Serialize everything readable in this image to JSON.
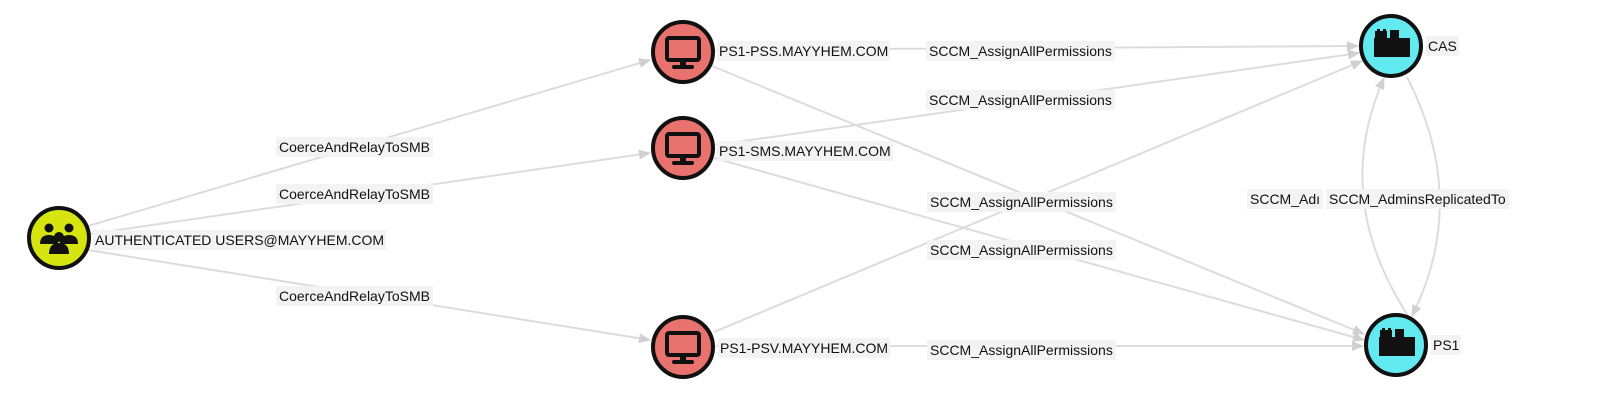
{
  "nodes": {
    "auth": {
      "label": "AUTHENTICATED USERS@MAYYHEM.COM",
      "type": "group",
      "color": "#d6e40f"
    },
    "pss": {
      "label": "PS1-PSS.MAYYHEM.COM",
      "type": "computer",
      "color": "#e8726d"
    },
    "sms": {
      "label": "PS1-SMS.MAYYHEM.COM",
      "type": "computer",
      "color": "#e8726d"
    },
    "psv": {
      "label": "PS1-PSV.MAYYHEM.COM",
      "type": "computer",
      "color": "#e8726d"
    },
    "cas": {
      "label": "CAS",
      "type": "site",
      "color": "#62eaf0"
    },
    "ps1": {
      "label": "PS1",
      "type": "site",
      "color": "#62eaf0"
    }
  },
  "edges": [
    {
      "from": "auth",
      "to": "pss",
      "label": "CoerceAndRelayToSMB"
    },
    {
      "from": "auth",
      "to": "sms",
      "label": "CoerceAndRelayToSMB"
    },
    {
      "from": "auth",
      "to": "psv",
      "label": "CoerceAndRelayToSMB"
    },
    {
      "from": "pss",
      "to": "cas",
      "label": "SCCM_AssignAllPermissions"
    },
    {
      "from": "sms",
      "to": "cas",
      "label": "SCCM_AssignAllPermissions"
    },
    {
      "from": "pss",
      "to": "ps1",
      "label": "SCCM_AssignAllPermissions"
    },
    {
      "from": "sms",
      "to": "ps1",
      "label": "SCCM_AssignAllPermissions"
    },
    {
      "from": "psv",
      "to": "ps1",
      "label": "SCCM_AssignAllPermissions"
    },
    {
      "from": "ps1",
      "to": "cas",
      "label": "SCCM_AdminsReplicatedTo",
      "truncated": "SCCM_Adı"
    },
    {
      "from": "cas",
      "to": "ps1",
      "label": "SCCM_AdminsReplicatedTo"
    }
  ]
}
